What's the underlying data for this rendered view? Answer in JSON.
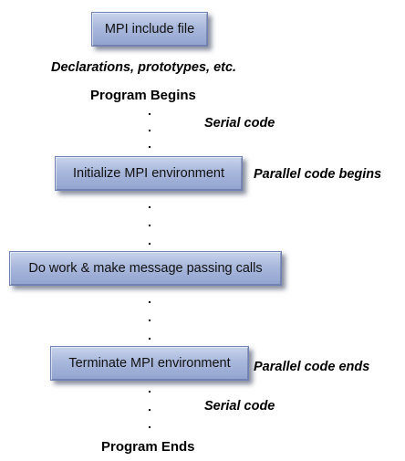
{
  "boxes": {
    "include": "MPI include file",
    "initialize": "Initialize MPI environment",
    "work": "Do work & make message passing calls",
    "terminate": "Terminate MPI environment"
  },
  "labels": {
    "declarations": "Declarations, prototypes, etc.",
    "program_begins": "Program Begins",
    "serial_code_1": "Serial code",
    "parallel_begins": "Parallel code begins",
    "parallel_ends": "Parallel code ends",
    "serial_code_2": "Serial code",
    "program_ends": "Program Ends"
  }
}
